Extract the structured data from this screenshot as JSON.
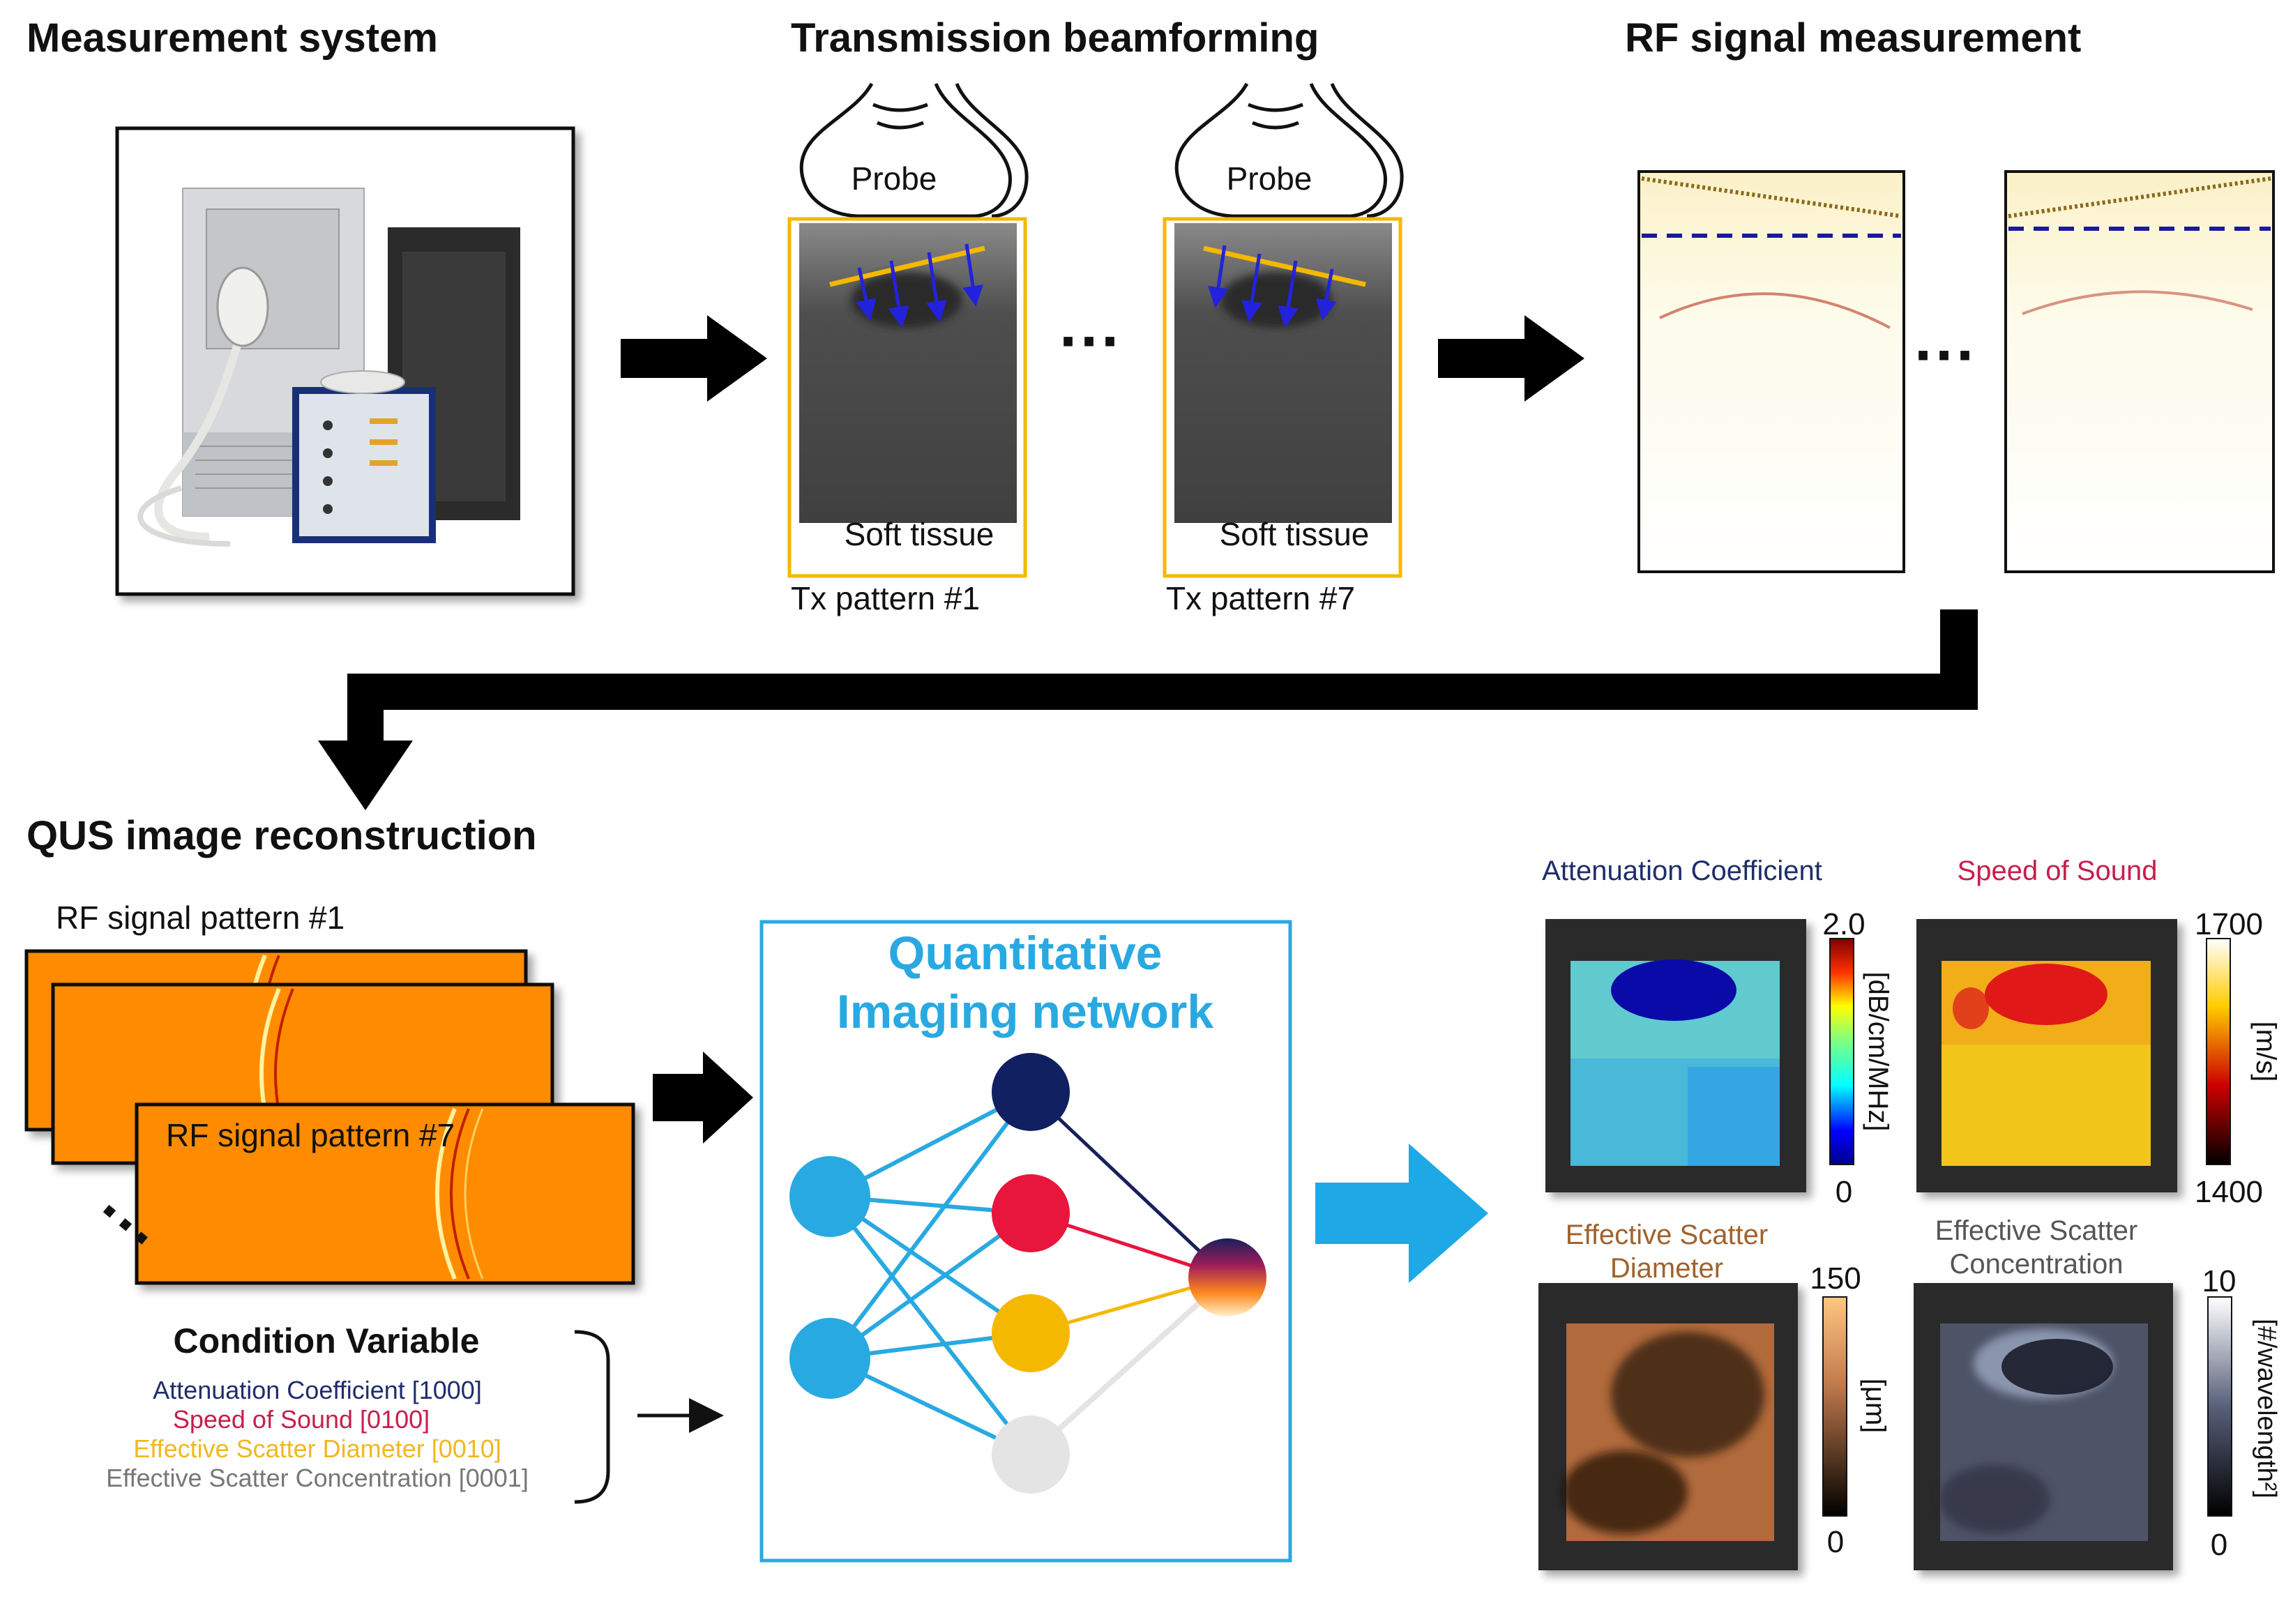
{
  "headers": {
    "measurement": "Measurement system",
    "beamforming": "Transmission beamforming",
    "rf": "RF signal measurement",
    "qus": "QUS image reconstruction"
  },
  "probe_label": "Probe",
  "tissue_label": "Soft tissue",
  "tx_patterns": [
    "Tx pattern #1",
    "Tx pattern #7"
  ],
  "ellipsis": "···",
  "rf_patterns": [
    "RF signal pattern #1",
    "RF signal pattern #7"
  ],
  "condition": {
    "title": "Condition Variable",
    "items": [
      {
        "text": "Attenuation Coefficient [1000]",
        "color": "#1f2d6b"
      },
      {
        "text": "Speed of Sound [0100]",
        "color": "#c81e4a"
      },
      {
        "text": "Effective Scatter Diameter [0010]",
        "color": "#f0b81f"
      },
      {
        "text": "Effective Scatter Concentration [0001]",
        "color": "#777777"
      }
    ]
  },
  "network": {
    "title_line1": "Quantitative",
    "title_line2": "Imaging network",
    "color": "#29a9e1"
  },
  "maps": [
    {
      "title": "Attenuation Coefficient",
      "title_color": "#1f2d6b",
      "max": "2.0",
      "min": "0",
      "unit": "[dB/cm/MHz]",
      "colormap": "jet"
    },
    {
      "title": "Speed of Sound",
      "title_color": "#c81e4a",
      "max": "1700",
      "min": "1400",
      "unit": "[m/s]",
      "colormap": "hot"
    },
    {
      "title": "Effective Scatter Diameter",
      "title_lines": [
        "Effective Scatter",
        "Diameter"
      ],
      "title_color": "#a0622d",
      "max": "150",
      "min": "0",
      "unit": "[μm]",
      "colormap": "copper"
    },
    {
      "title": "Effective Scatter Concentration",
      "title_lines": [
        "Effective Scatter",
        "Concentration"
      ],
      "title_color": "#555555",
      "max": "10",
      "min": "0",
      "unit": "[#/wavelength²]",
      "colormap": "bone"
    }
  ]
}
